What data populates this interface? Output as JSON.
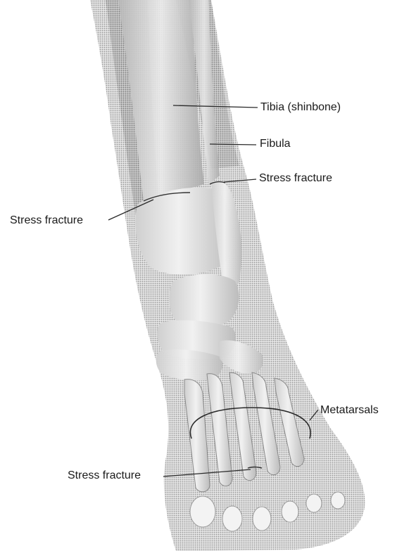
{
  "labels": {
    "tibia": "Tibia (shinbone)",
    "fibula": "Fibula",
    "stress_fracture_upper_right": "Stress fracture",
    "stress_fracture_left": "Stress fracture",
    "metatarsals": "Metatarsals",
    "stress_fracture_bottom": "Stress fracture"
  }
}
